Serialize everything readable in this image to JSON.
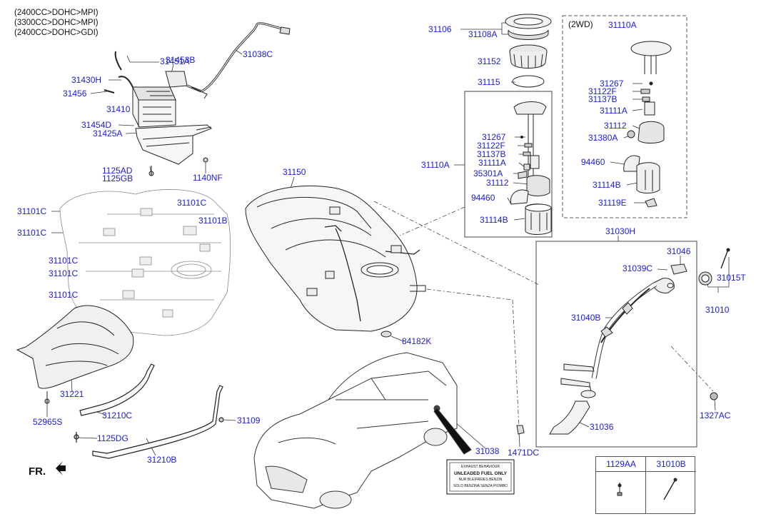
{
  "engines": [
    "(2400CC>DOHC>MPI)",
    "(3300CC>DOHC>MPI)",
    "(2400CC>DOHC>GDI)"
  ],
  "front_indicator": "FR.",
  "box_2wd_title": "(2WD)",
  "legend_table": {
    "headers": [
      "1129AA",
      "31010B"
    ]
  },
  "parts": {
    "p31451A": "31451A",
    "p31453B": "31453B",
    "p31038C": "31038C",
    "p31430H": "31430H",
    "p31456": "31456",
    "p31410": "31410",
    "p31454D": "31454D",
    "p31425A": "31425A",
    "p1125AD": "1125AD",
    "p1125GB": "1125GB",
    "p1140NF": "1140NF",
    "p31101C_1": "31101C",
    "p31101C_2": "31101C",
    "p31101C_3": "31101C",
    "p31101B": "31101B",
    "p31101C_4": "31101C",
    "p31101C_5": "31101C",
    "p31101C_6": "31101C",
    "p31221": "31221",
    "p52965S": "52965S",
    "p31210C": "31210C",
    "p1125DG": "1125DG",
    "p31210B": "31210B",
    "p31109": "31109",
    "p31150": "31150",
    "p84182K": "84182K",
    "p31038": "31038",
    "p1471DC": "1471DC",
    "p31106": "31106",
    "p31108A": "31108A",
    "p31152": "31152",
    "p31115": "31115",
    "p31110A": "31110A",
    "p31267": "31267",
    "p31122F": "31122F",
    "p31137B": "31137B",
    "p31111A": "31111A",
    "p35301A": "35301A",
    "p31112": "31112",
    "p94460": "94460",
    "p31114B": "31114B",
    "w31110A": "31110A",
    "w31267": "31267",
    "w31122F": "31122F",
    "w31137B": "31137B",
    "w31111A": "31111A",
    "w31112": "31112",
    "w31380A": "31380A",
    "w94460": "94460",
    "w31114B": "31114B",
    "w31119E": "31119E",
    "p31030H": "31030H",
    "p31046": "31046",
    "p31039C": "31039C",
    "p31015T": "31015T",
    "p31010": "31010",
    "p31040B": "31040B",
    "p1327AC": "1327AC",
    "p31036": "31036"
  },
  "fuel_label_lines": [
    "EXHAUST BEHAVIOUR",
    "UNLEADED FUEL ONLY",
    "NUR BLEIFREIES BENZIN",
    "SOLO BENZINA SENZA PIOMBO"
  ],
  "colors": {
    "label_blue": "#1b1bd8",
    "line_black": "#111111"
  }
}
